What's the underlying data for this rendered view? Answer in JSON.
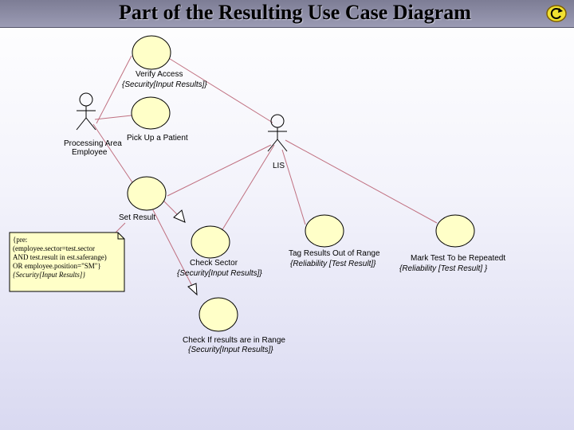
{
  "title": "Part of the Resulting Use Case Diagram",
  "icons": {
    "nav": "refresh-arrow-icon"
  },
  "colors": {
    "line": "#c07080",
    "usecase_fill": "#ffffc8",
    "note_fill": "#ffffc8",
    "title_bar": "#8e8ea6"
  },
  "actors": {
    "processing_employee": {
      "line1": "Processing Area",
      "line2": "Employee"
    },
    "lis": {
      "label": "LIS"
    }
  },
  "use_cases": {
    "verify_access": {
      "name": "Verify Access",
      "constraint": "{Security[Input Results]}"
    },
    "pick_up_patient": {
      "name": "Pick Up a Patient"
    },
    "set_result": {
      "name": "Set Result"
    },
    "check_sector": {
      "name": "Check Sector",
      "constraint": "{Security[Input Results]}"
    },
    "tag_results": {
      "name": "Tag Results Out of Range",
      "constraint": "{Reliability [Test Result]}"
    },
    "mark_test": {
      "name": "Mark Test To be Repeatedt",
      "constraint": "{Reliability [Test Result] }"
    },
    "check_range": {
      "name": "Check If results are in Range",
      "constraint": "{Security[Input Results]}"
    }
  },
  "note": {
    "lines": [
      "{pre:",
      "(employee.sector=test.sector",
      "AND test.result in est.saferange)",
      "OR employee.position=\"SM\"}",
      "{Security[Input Results]}"
    ]
  }
}
